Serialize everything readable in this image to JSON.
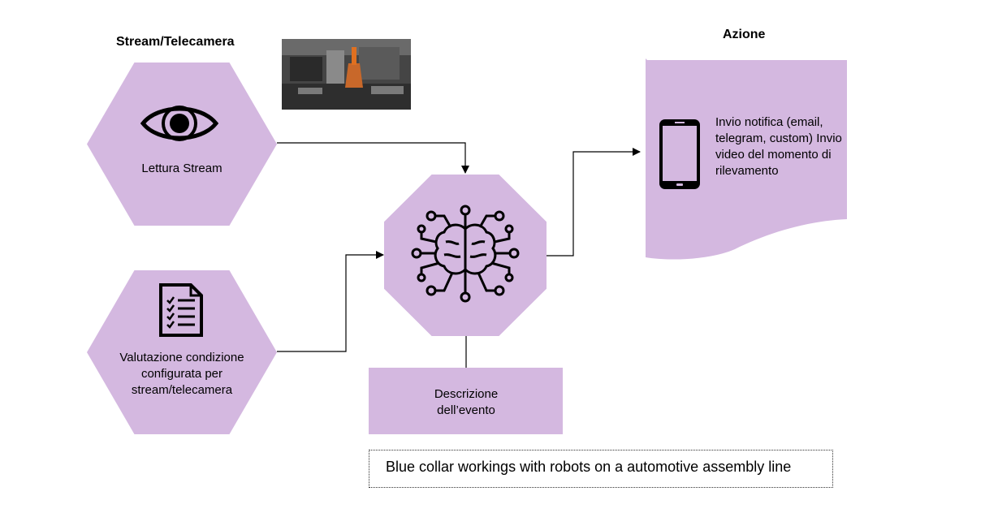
{
  "headings": {
    "source": "Stream/Telecamera",
    "action": "Azione"
  },
  "nodes": {
    "read_stream": "Lettura Stream",
    "evaluate_condition": "Valutazione condizione configurata per stream/telecamera",
    "event_description": "Descrizione dell’evento",
    "action_text": "Invio notifica (email, telegram, custom) Invio video del momento di rilevamento"
  },
  "caption": "Blue collar workings with robots on a automotive assembly line",
  "colors": {
    "shape_fill": "#d4b8e0",
    "line": "#000000"
  },
  "icons": [
    "eye-icon",
    "checklist-icon",
    "ai-brain-circuit-icon",
    "smartphone-icon",
    "camera-thumbnail"
  ]
}
